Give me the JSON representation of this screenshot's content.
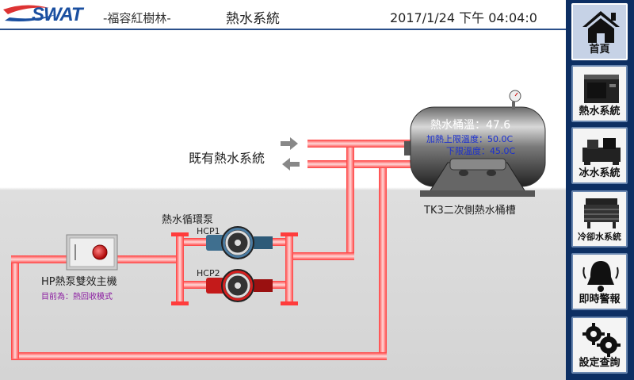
{
  "header": {
    "logo_text": "SWAT",
    "site_name": "-福容紅樹林-",
    "page_title": "熱水系統",
    "datetime": "2017/1/24 下午 04:04:0"
  },
  "diagram": {
    "existing_system_label": "既有熱水系統",
    "pump_group_label": "熱水循環泵",
    "pump1_label": "HCP1",
    "pump2_label": "HCP2",
    "heat_pump_label": "HP熱泵雙效主機",
    "heat_pump_mode": "目前為：熱回收模式",
    "tank": {
      "temp_label": "熱水桶溫：47.6",
      "upper_limit": "加熱上限溫度：50.0C",
      "lower_limit": "下限溫度：45.0C",
      "name": "TK3二次側熱水桶槽"
    }
  },
  "nav": [
    {
      "label": "首頁",
      "icon": "home-icon",
      "active": true
    },
    {
      "label": "熱水系統",
      "icon": "water-heater-icon"
    },
    {
      "label": "冰水系統",
      "icon": "chiller-icon"
    },
    {
      "label": "冷卻水系統",
      "icon": "cooling-tower-icon"
    },
    {
      "label": "即時警報",
      "icon": "alarm-bell-icon"
    },
    {
      "label": "設定查詢",
      "icon": "gears-icon"
    }
  ],
  "colors": {
    "pipe": "#ff3c3c",
    "pipe_highlight": "#ffd0d0",
    "sidebar_bg": "#0d2f63",
    "pump1_body": "#3f6f8f",
    "pump2_body": "#c41a1a",
    "limit_text": "#1a2fd0",
    "mode_text": "#8a1aa0"
  }
}
